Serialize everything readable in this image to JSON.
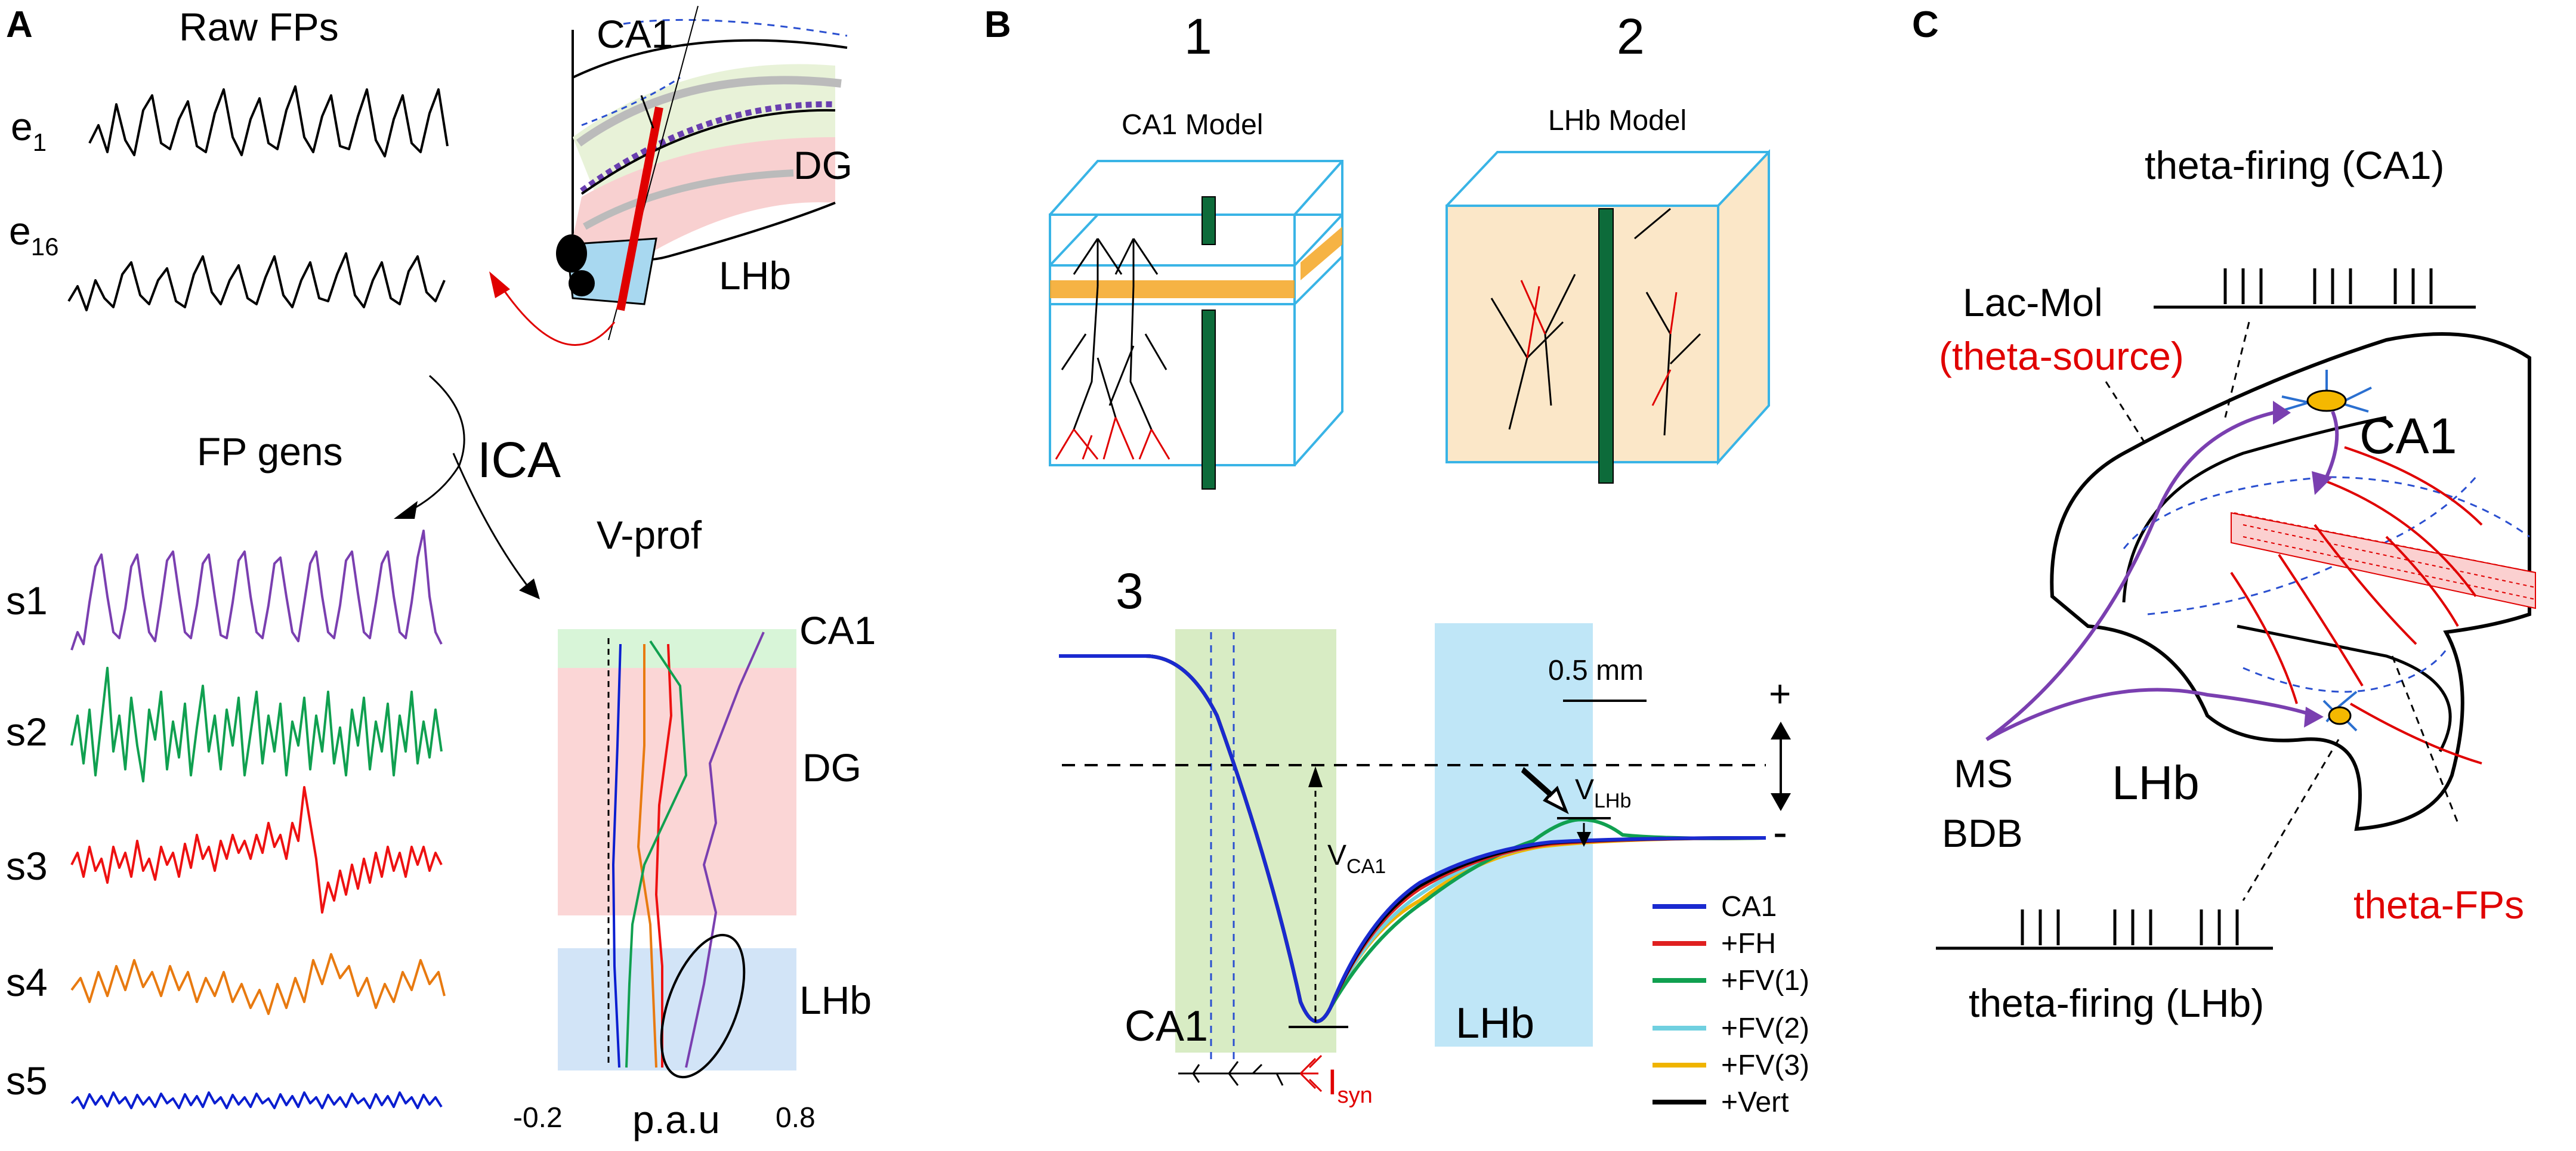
{
  "panel_a": {
    "letter": "A",
    "raw_title": "Raw FPs",
    "e1": "e",
    "e1_sub": "1",
    "e16": "e",
    "e16_sub": "16",
    "ca1": "CA1",
    "dg": "DG",
    "lhb": "LHb",
    "fp_gens": "FP gens",
    "ica": "ICA",
    "vprof": "V-prof",
    "sources": [
      "s1",
      "s2",
      "s3",
      "s4",
      "s5"
    ],
    "source_colors": [
      "#7a3fb0",
      "#10a050",
      "#ee1111",
      "#e87a10",
      "#0a1ed0"
    ],
    "vprof_bands": {
      "ca1": "CA1",
      "dg": "DG",
      "lhb": "LHb"
    },
    "axis_min": "-0.2",
    "axis_label": "p.a.u",
    "axis_max": "0.8"
  },
  "panel_b": {
    "letter": "B",
    "num1": "1",
    "num2": "2",
    "num3": "3",
    "model1": "CA1 Model",
    "model2": "LHb Model",
    "scale": "0.5 mm",
    "plus": "+",
    "minus": "-",
    "v_ca1": "V",
    "v_ca1_sub": "CA1",
    "v_lhb": "V",
    "v_lhb_sub": "LHb",
    "ca1_region": "CA1",
    "lhb_region": "LHb",
    "isyn": "I",
    "isyn_sub": "syn",
    "legend": [
      {
        "name": "CA1",
        "color": "#1a2ad0"
      },
      {
        "name": "+FH",
        "color": "#e02020"
      },
      {
        "name": "+FV(1)",
        "color": "#10a050"
      },
      {
        "name": "+FV(2)",
        "color": "#70d0e0"
      },
      {
        "name": "+FV(3)",
        "color": "#f0b400"
      },
      {
        "name": "+Vert",
        "color": "#000000"
      }
    ]
  },
  "panel_c": {
    "letter": "C",
    "theta_ca1": "theta-firing (CA1)",
    "lac_mol": "Lac-Mol",
    "theta_source": "(theta-source)",
    "ca1": "CA1",
    "ms": "MS",
    "bdb": "BDB",
    "lhb": "LHb",
    "theta_fps": "theta-FPs",
    "theta_lhb": "theta-firing (LHb)"
  }
}
